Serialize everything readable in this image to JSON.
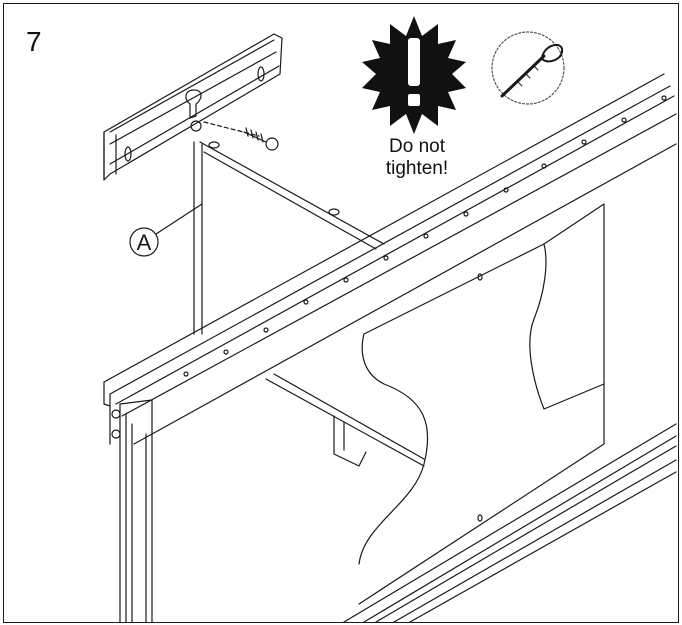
{
  "step": {
    "number": "7"
  },
  "warning": {
    "line1": "Do not",
    "line2": "tighten!",
    "icon": "exclamation-burst-icon"
  },
  "tool": {
    "icon": "hex-key-icon"
  },
  "part": {
    "label": "A"
  },
  "colors": {
    "line": "#1a1a1a",
    "background": "#ffffff",
    "warning_fill": "#111111"
  }
}
